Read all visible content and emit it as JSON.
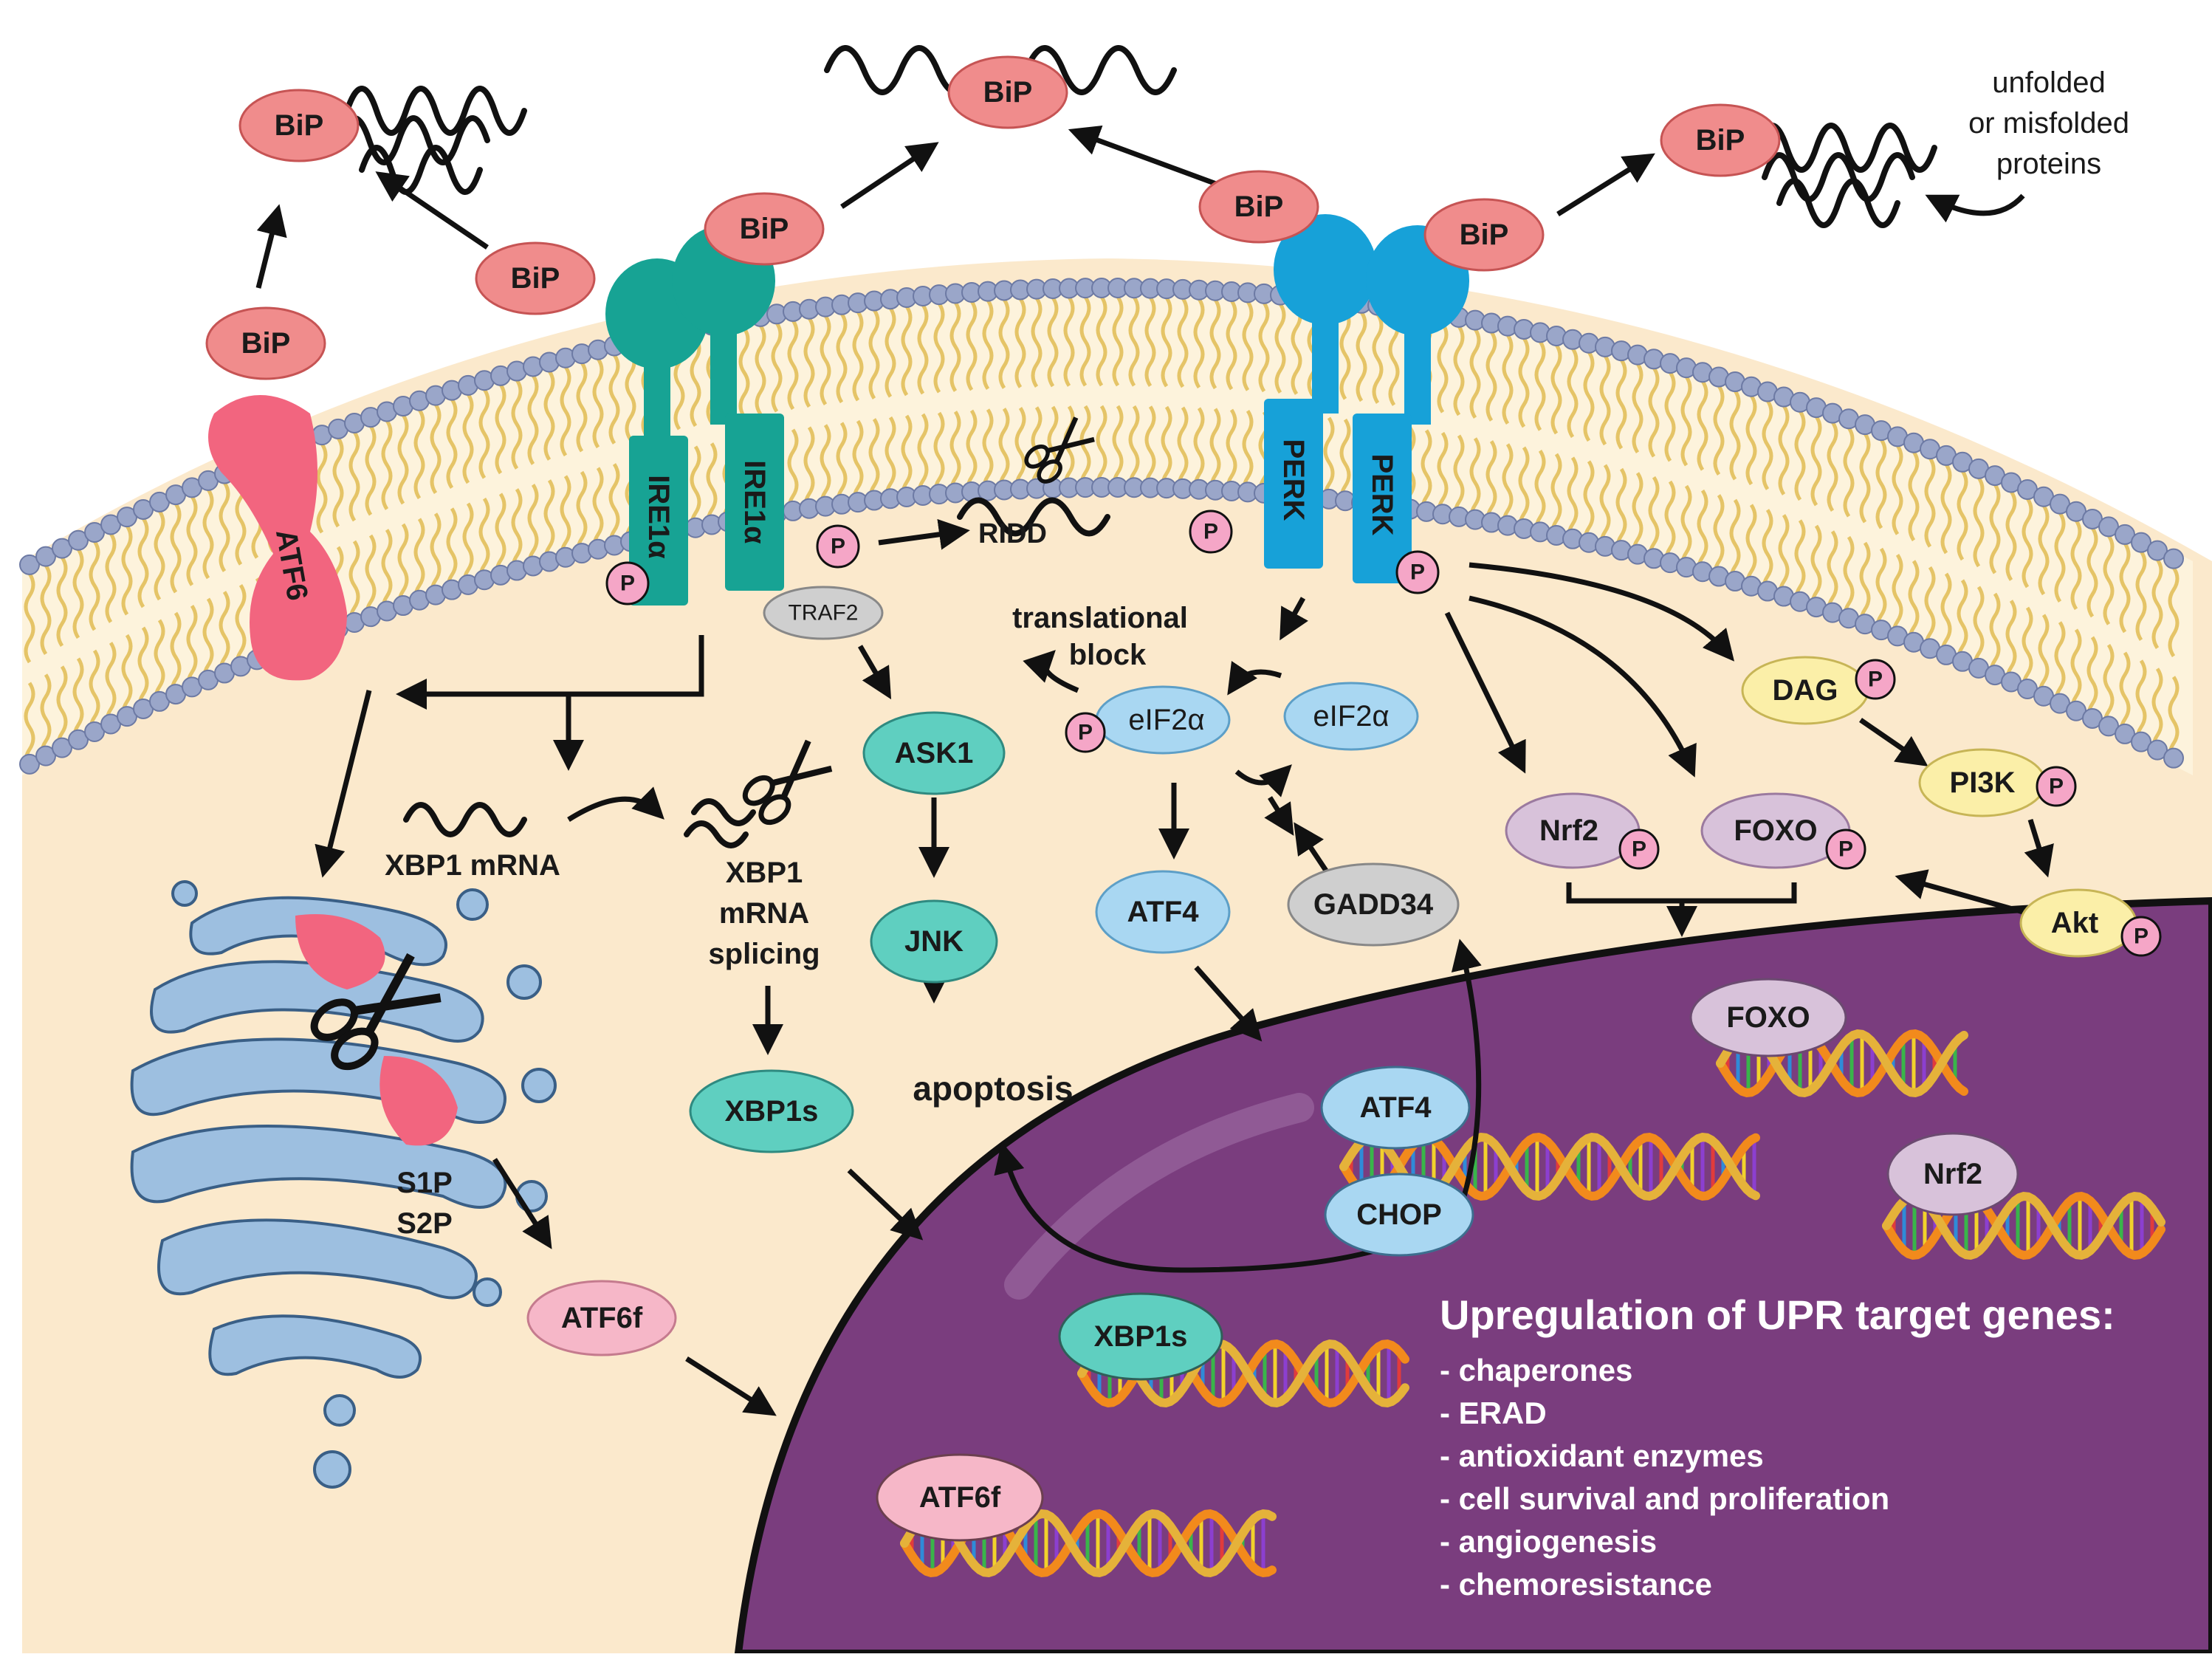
{
  "colors": {
    "cytoplasm": "#fbe9cc",
    "membrane_head": "#9aa6c9",
    "membrane_tail": "#e5c467",
    "nucleus": "#7a3d7e",
    "bip": "#f08c8c",
    "atf6": "#f2657f",
    "ire1": "#17a394",
    "perk": "#17a1d8",
    "teal_node": "#5fcfc0",
    "blue_node": "#a9d7f2",
    "pink_node": "#f6b7c8",
    "grey_node": "#cfcfcf",
    "yellow_node": "#fbefa8",
    "lilac_node": "#d8c2da",
    "golgi": "#9dbfe0",
    "p_badge": "#f5a6c7"
  },
  "labels": {
    "bip": "BiP",
    "unfolded": [
      "unfolded",
      "or misfolded",
      "proteins"
    ],
    "atf6": "ATF6",
    "ire1a": "IRE1α",
    "perk": "PERK",
    "p": "P",
    "traf2": "TRAF2",
    "ridd": "RIDD",
    "translational_block": [
      "translational",
      "block"
    ],
    "eif2a": "eIF2α",
    "xbp1_mrna": "XBP1 mRNA",
    "xbp1_splicing": [
      "XBP1",
      "mRNA",
      "splicing"
    ],
    "ask1": "ASK1",
    "jnk": "JNK",
    "apoptosis": "apoptosis",
    "xbp1s": "XBP1s",
    "atf4": "ATF4",
    "gadd34": "GADD34",
    "dag": "DAG",
    "pi3k": "PI3K",
    "akt": "Akt",
    "nrf2": "Nrf2",
    "foxo": "FOXO",
    "s1p": "S1P",
    "s2p": "S2P",
    "atf6f": "ATF6f",
    "chop": "CHOP"
  },
  "upr": {
    "title": "Upregulation of UPR target genes:",
    "items": [
      "- chaperones",
      "- ERAD",
      "- antioxidant enzymes",
      "- cell survival and proliferation",
      "- angiogenesis",
      "- chemoresistance"
    ]
  }
}
